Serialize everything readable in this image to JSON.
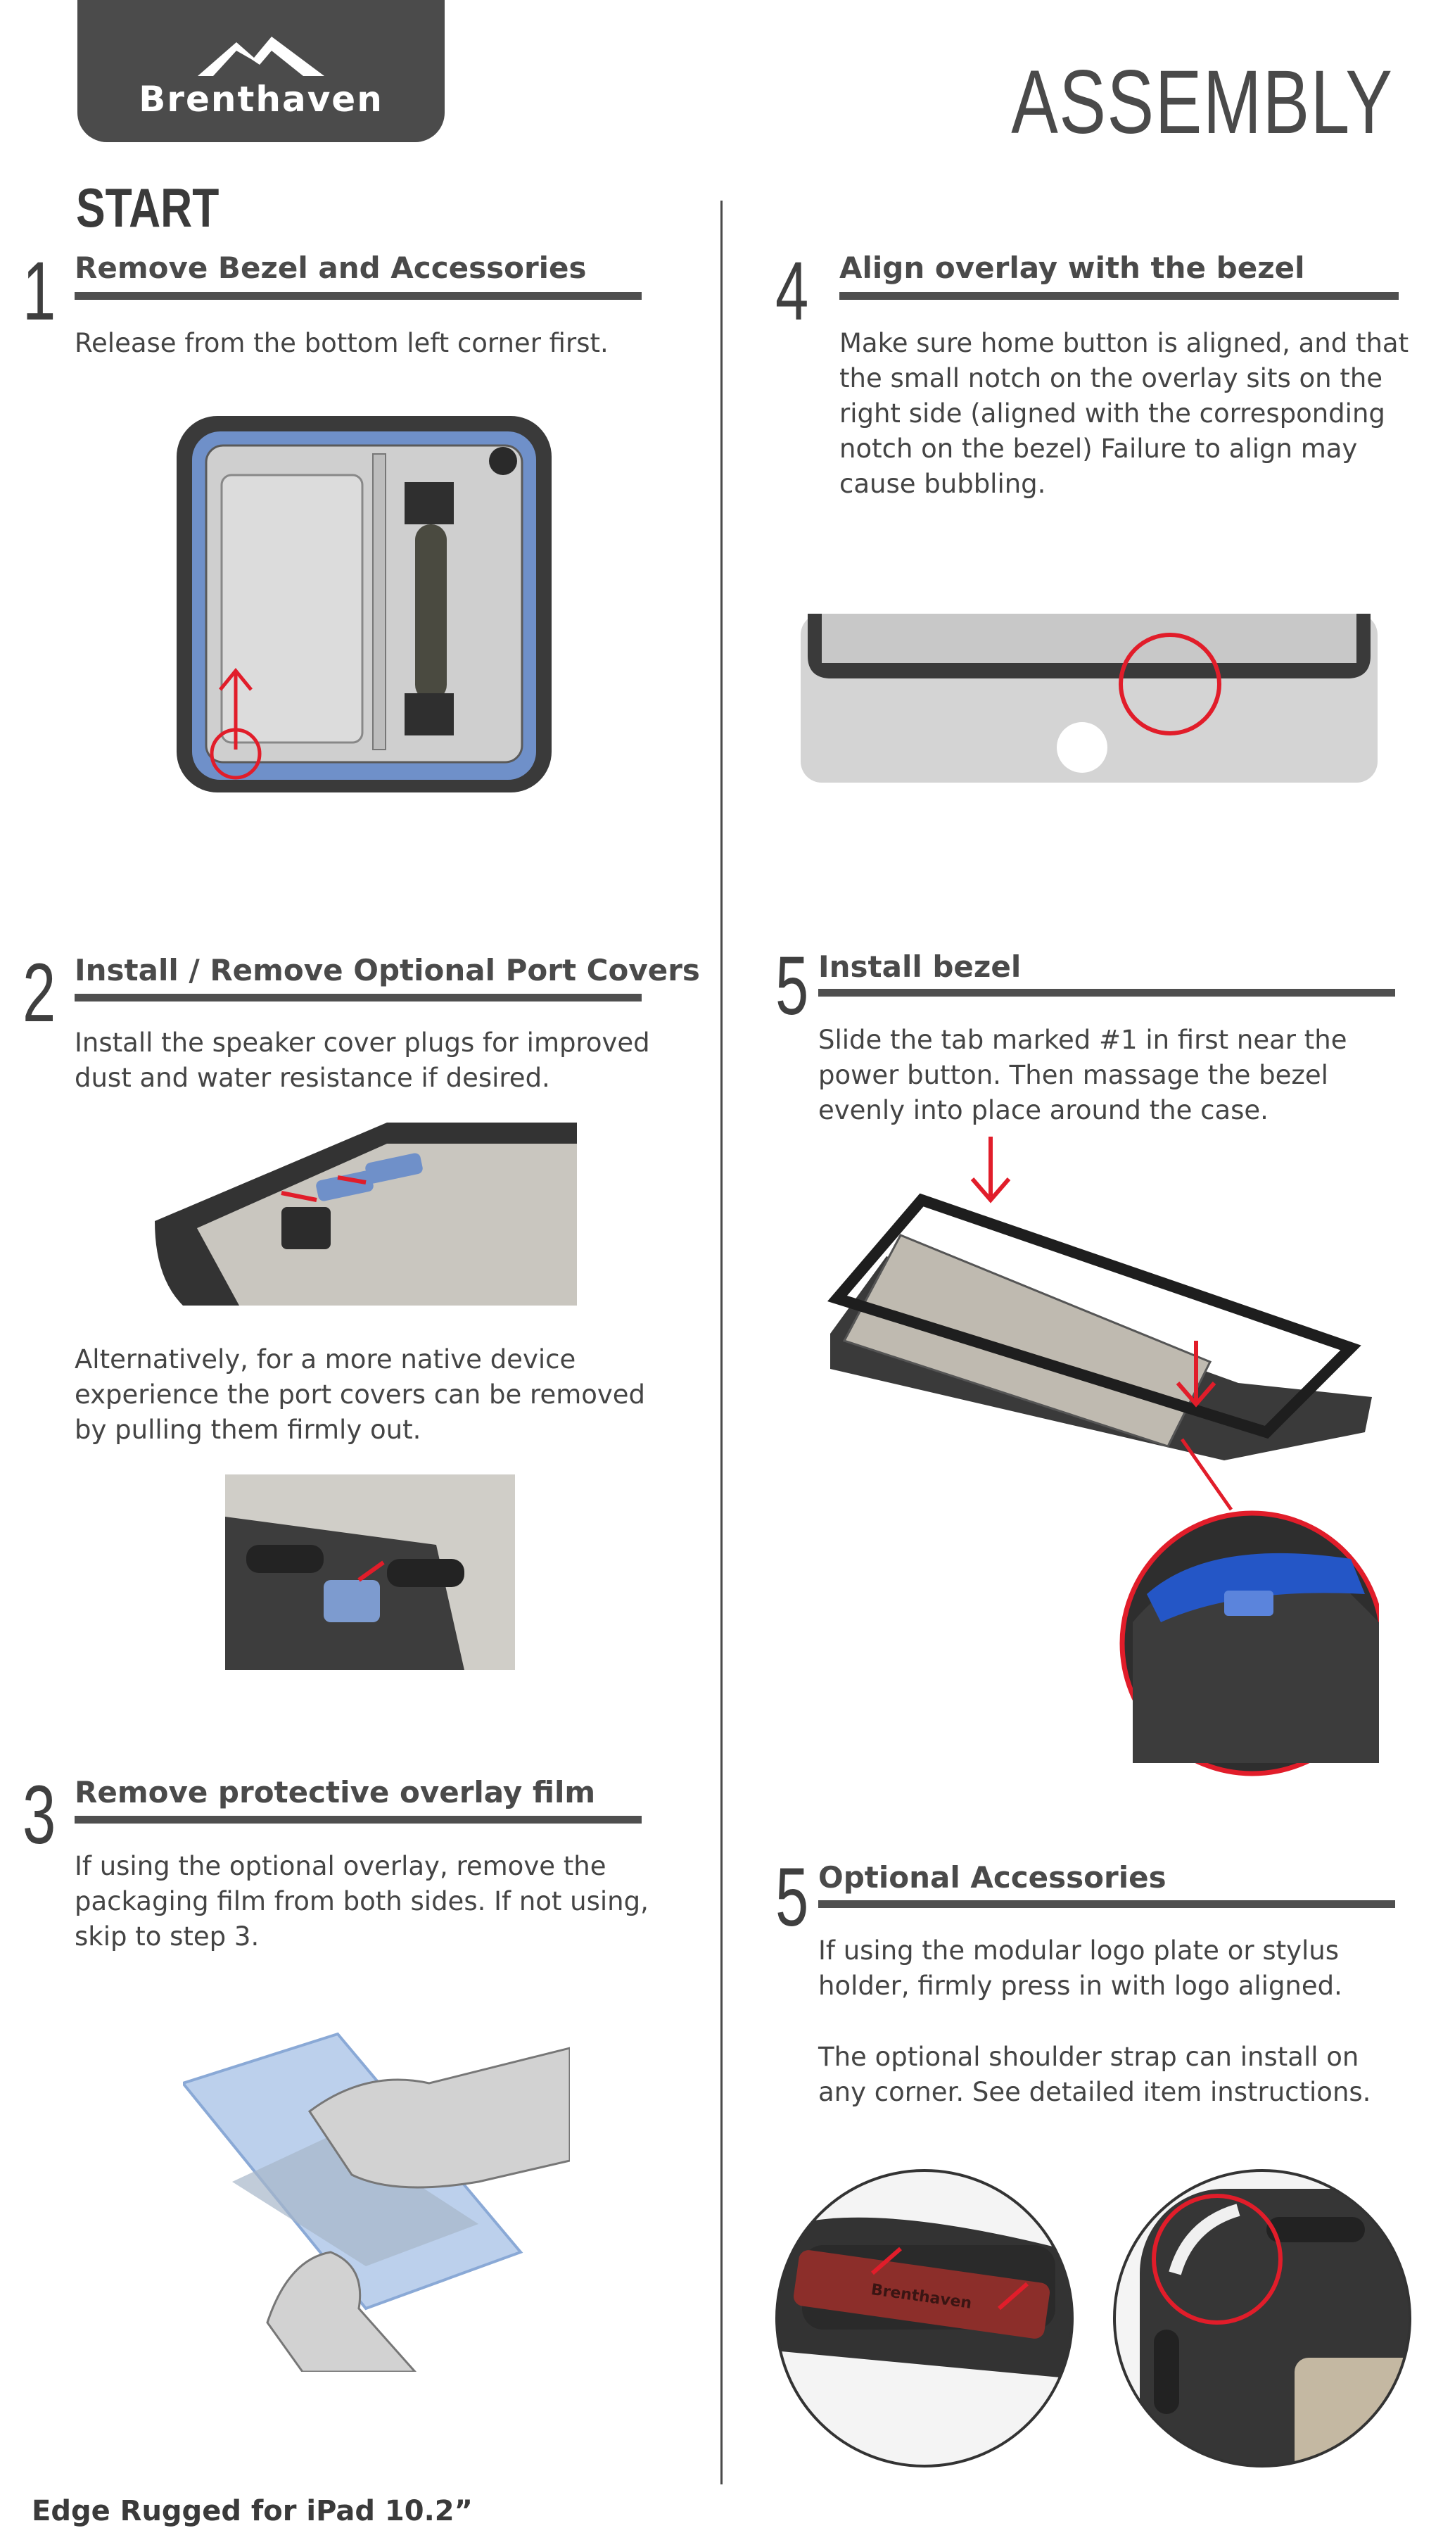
{
  "brand": {
    "name": "Brenthaven",
    "icon": "mountain-logo-icon"
  },
  "document": {
    "title": "ASSEMBLY",
    "start_label": "START",
    "footer": "Edge Rugged for iPad 10.2”"
  },
  "steps": {
    "s1": {
      "number": "1",
      "heading": "Remove Bezel and Accessories",
      "body": "Release from the bottom left corner first."
    },
    "s2": {
      "number": "2",
      "heading": "Install  / Remove Optional Port Covers",
      "body": "Install the speaker cover plugs for improved dust and water resistance if desired.",
      "body_alt": "Alternatively, for a more native device experience the port covers can be removed by pulling them firmly out."
    },
    "s3": {
      "number": "3",
      "heading": "Remove protective overlay film",
      "body": "If using the optional overlay, remove the packaging film from both sides. If not using, skip to step 3."
    },
    "s4": {
      "number": "4",
      "heading": "Align overlay with the bezel",
      "body": "Make sure home button is aligned, and that the small notch on the overlay sits on the right side (aligned with the corresponding notch on the bezel)  Failure to align may cause bubbling."
    },
    "s5": {
      "number": "5",
      "heading": "Install bezel",
      "body": "Slide the tab marked #1 in first near the power button. Then massage the bezel evenly into place around the case."
    },
    "s6": {
      "number": "5",
      "heading": "Optional Accessories",
      "body": "If using the modular logo plate or stylus holder, firmly press in with logo aligned.",
      "body_alt": "The optional shoulder strap can install on any corner. See detailed item instructions."
    }
  },
  "logo_plate_text": "Brenthaven",
  "colors": {
    "accent_red": "#e11d2a",
    "brand_gray": "#4b4b4b",
    "bezel_blue": "#6f90c9"
  }
}
